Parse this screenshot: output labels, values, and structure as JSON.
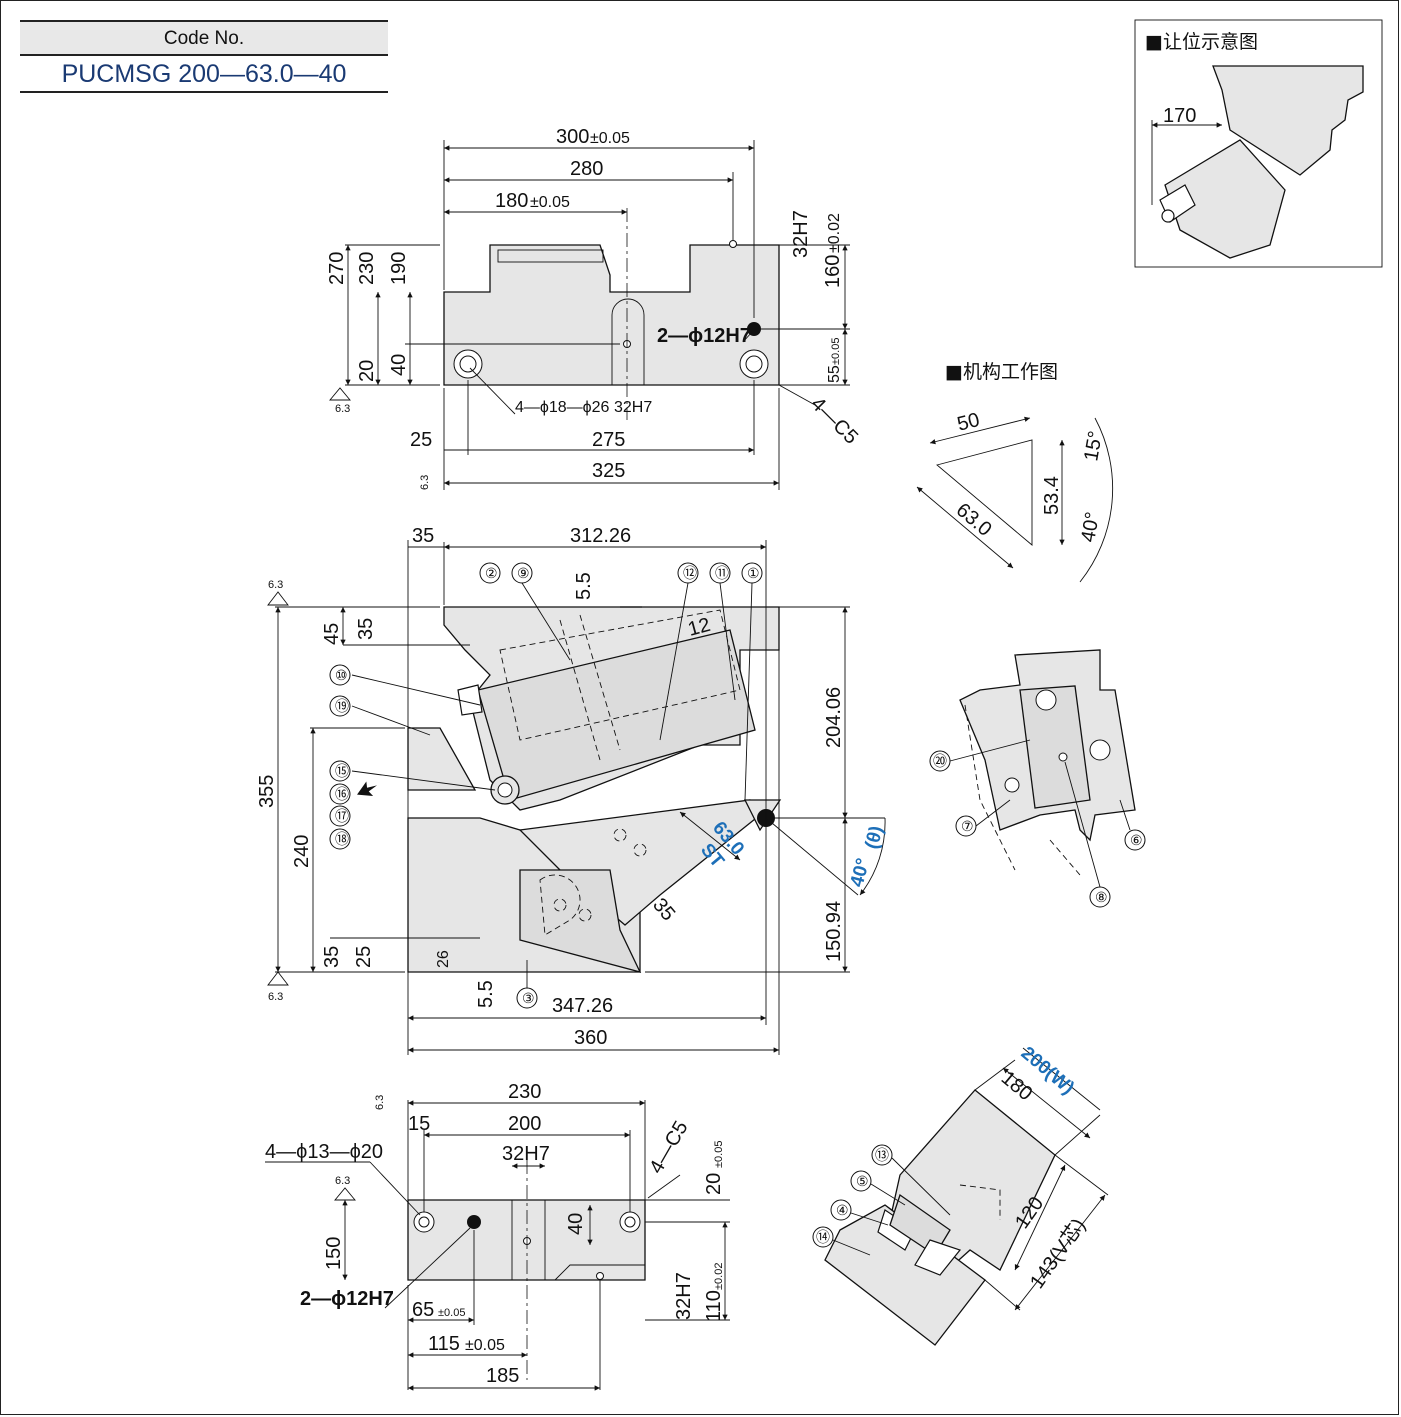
{
  "code_box": {
    "header": "Code No.",
    "value": "PUCMSG 200—63.0—40"
  },
  "inset": {
    "title": "■让位示意图",
    "dim_170": "170"
  },
  "mechanism": {
    "title": "■机构工作图",
    "d50": "50",
    "d534": "53.4",
    "d630": "63.0",
    "a15": "15°",
    "a40": "40°"
  },
  "top_view": {
    "d300": "300",
    "d300_tol": "±0.05",
    "d280": "280",
    "d180": "180",
    "d180_tol": "±0.05",
    "d32h7": "32H7",
    "d160": "160",
    "d160_tol": "±0.02",
    "d55": "55",
    "d55_tol": "±0.05",
    "d270": "270",
    "d230": "230",
    "d190": "190",
    "d20": "20",
    "d40": "40",
    "hole_pin": "2—ϕ12H7",
    "holes": "4—ϕ18—ϕ26",
    "slot": "32H7",
    "chamfer": "4—C5",
    "d25": "25",
    "d275": "275",
    "d325": "325",
    "rough": "6.3"
  },
  "front_view": {
    "d35": "35",
    "d31226": "312.26",
    "d55": "5.5",
    "d12": "12",
    "d45": "45",
    "d35b": "35",
    "d355": "355",
    "d240": "240",
    "d20406": "204.06",
    "d15094": "150.94",
    "d35c": "35",
    "d25": "25",
    "d26": "26",
    "d55b": "5.5",
    "d34726": "347.26",
    "d360": "360",
    "st": "63.0",
    "st_label": "ST",
    "angle": "40°",
    "theta": "(θ)",
    "d35d": "35",
    "rough": "6.3",
    "parts": [
      "②",
      "⑨",
      "⑫",
      "⑪",
      "①",
      "⑩",
      "⑲",
      "⑮",
      "⑯",
      "⑰",
      "⑱",
      "③"
    ]
  },
  "bottom_view": {
    "d230": "230",
    "d15": "15",
    "d200": "200",
    "d32h7": "32H7",
    "holes": "4—ϕ13—ϕ20",
    "chamfer": "4—C5",
    "d20": "20",
    "d20_tol": "±0.05",
    "d40": "40",
    "d150": "150",
    "pin": "2—ϕ12H7",
    "d65": "65",
    "d65_tol": "±0.05",
    "d115": "115",
    "d115_tol": "±0.05",
    "d185": "185",
    "d32h7b": "32H7",
    "d110": "110",
    "d110_tol": "±0.02",
    "rough": "6.3"
  },
  "detail_view": {
    "parts": [
      "⑳",
      "⑦",
      "⑧",
      "⑥"
    ]
  },
  "iso_view": {
    "d200w": "200(W)",
    "d180": "180",
    "d120": "120",
    "d143": "143(V芯)",
    "parts": [
      "⑬",
      "⑤",
      "④",
      "⑭"
    ]
  }
}
